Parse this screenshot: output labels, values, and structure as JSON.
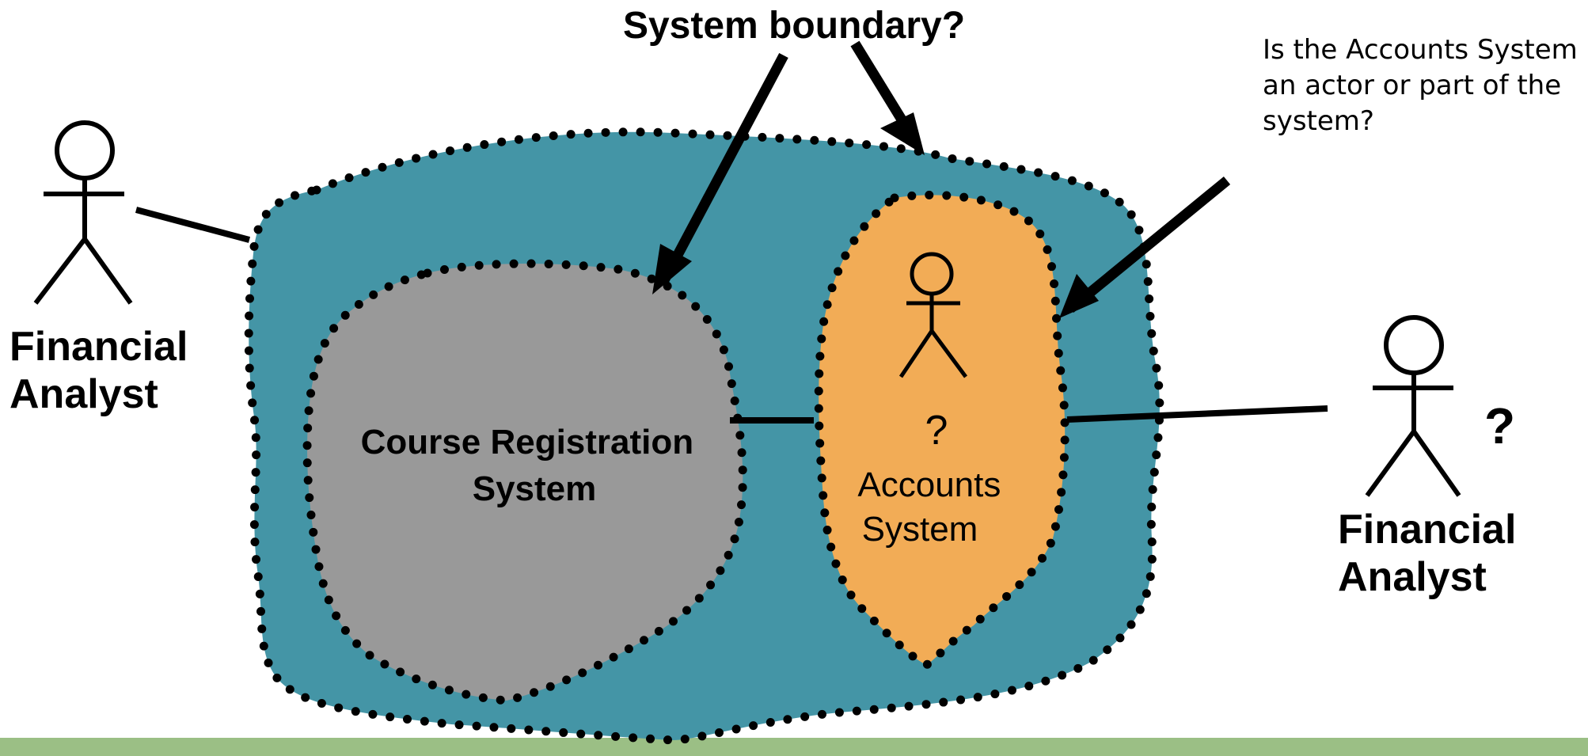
{
  "title": "System boundary?",
  "note": [
    "Is the Accounts System",
    "an actor or part of the",
    "system?"
  ],
  "actors": {
    "left": {
      "label": [
        "Financial",
        "Analyst"
      ]
    },
    "right": {
      "label": [
        "Financial",
        "Analyst"
      ],
      "mark": "?"
    }
  },
  "regions": {
    "outer": {
      "color": "#4495a6"
    },
    "course": {
      "label": [
        "Course Registration",
        "System"
      ],
      "color": "#999999"
    },
    "accounts": {
      "label": [
        "Accounts",
        "System"
      ],
      "mark": "?",
      "color": "#f2ac56"
    }
  },
  "footer_bar": {
    "color": "#9bbf85"
  },
  "icons": [
    "stick-figure-icon",
    "arrow-icon"
  ]
}
